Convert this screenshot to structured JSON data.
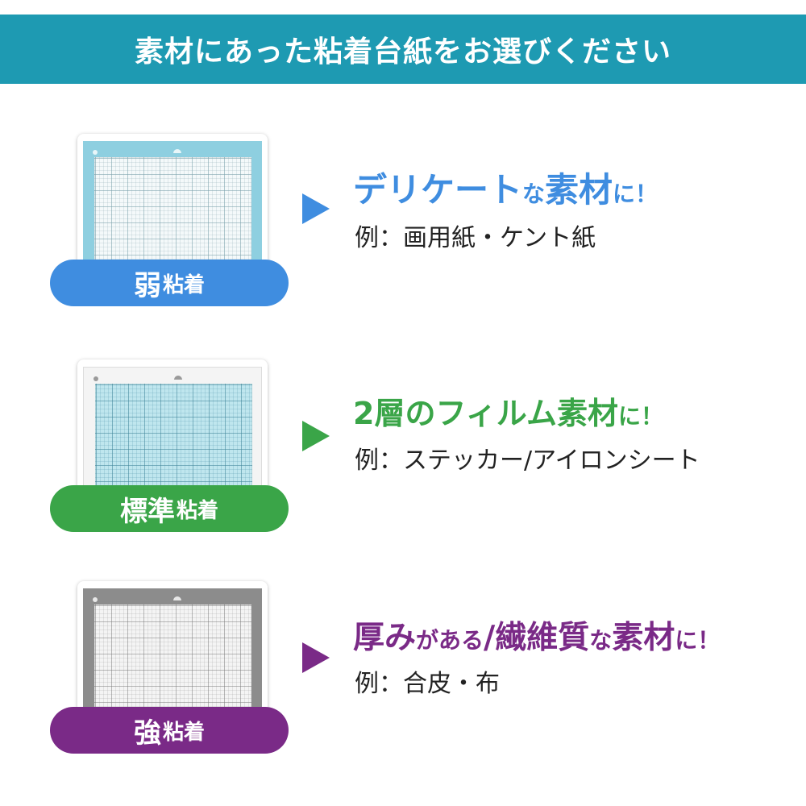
{
  "header": {
    "title": "素材にあった粘着台紙をお選びください"
  },
  "items": [
    {
      "pill_main": "弱",
      "pill_sub": "粘着",
      "title_parts": [
        {
          "text": "デリケート",
          "size": "big"
        },
        {
          "text": "な",
          "size": "small"
        },
        {
          "text": "素材",
          "size": "big"
        },
        {
          "text": "に！",
          "size": "small"
        }
      ],
      "example": "例：画用紙・ケント紙"
    },
    {
      "pill_main": "標準",
      "pill_sub": "粘着",
      "title_parts": [
        {
          "text": "2層",
          "size": "big"
        },
        {
          "text": "の",
          "size": "big"
        },
        {
          "text": "フィルム",
          "size": "big"
        },
        {
          "text": "素材",
          "size": "big"
        },
        {
          "text": "に！",
          "size": "small"
        }
      ],
      "example": "例：ステッカー/アイロンシート"
    },
    {
      "pill_main": "強",
      "pill_sub": "粘着",
      "title_parts": [
        {
          "text": "厚み",
          "size": "big"
        },
        {
          "text": "がある",
          "size": "small"
        },
        {
          "text": "/",
          "size": "big"
        },
        {
          "text": "繊維質",
          "size": "big"
        },
        {
          "text": "な",
          "size": "small"
        },
        {
          "text": "素材",
          "size": "big"
        },
        {
          "text": "に！",
          "size": "small"
        }
      ],
      "example": "例：合皮・布"
    }
  ],
  "colors": {
    "header": "#1e9ab2",
    "weak": "#3f8de0",
    "standard": "#3aa548",
    "strong": "#7a2a87"
  },
  "icons": [
    "triangle-arrow-right-icon"
  ]
}
